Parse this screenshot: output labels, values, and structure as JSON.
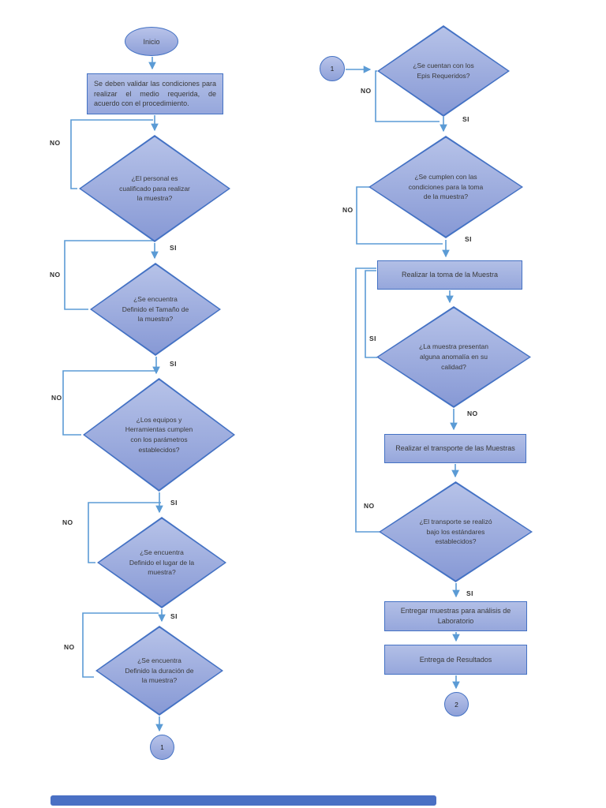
{
  "labels": {
    "no": "NO",
    "si": "SI"
  },
  "left": {
    "start": "Inicio",
    "validate_box": "Se deben validar las condiciones para realizar el medio requerida, de acuerdo con el procedimiento.",
    "d_personal": "¿El personal es cualificado para realizar la muestra?",
    "d_tamano": "¿Se encuentra Definido el Tamaño de la muestra?",
    "d_equipos": "¿Los equipos y Herramientas cumplen con los parámetros establecidos?",
    "d_lugar": "¿Se encuentra Definido el lugar de la muestra?",
    "d_duracion": "¿Se encuentra Definido la duración de la muestra?",
    "connector_out": "1"
  },
  "right": {
    "connector_in": "1",
    "d_epis": "¿Se cuentan con los Epis Requeridos?",
    "d_condiciones": "¿Se cumplen con las condiciones para la toma de la muestra?",
    "toma_box": "Realizar la toma de la Muestra",
    "d_anomalia": "¿La muestra presentan alguna anomalía en su calidad?",
    "transporte_box": "Realizar el transporte de las Muestras",
    "d_transporte": "¿El transporte se realizó bajo los estándares establecidos?",
    "entregar_box": "Entregar muestras para análisis de Laboratorio",
    "resultados_box": "Entrega de Resultados",
    "connector_out": "2"
  },
  "colors": {
    "shape_border": "#4472C4",
    "shape_fill_top": "#b6c2e8",
    "shape_fill_bottom": "#8799d5",
    "connector_line": "#5B9BD5",
    "text": "#3a3a3a",
    "page_bar": "#4a70c4"
  }
}
